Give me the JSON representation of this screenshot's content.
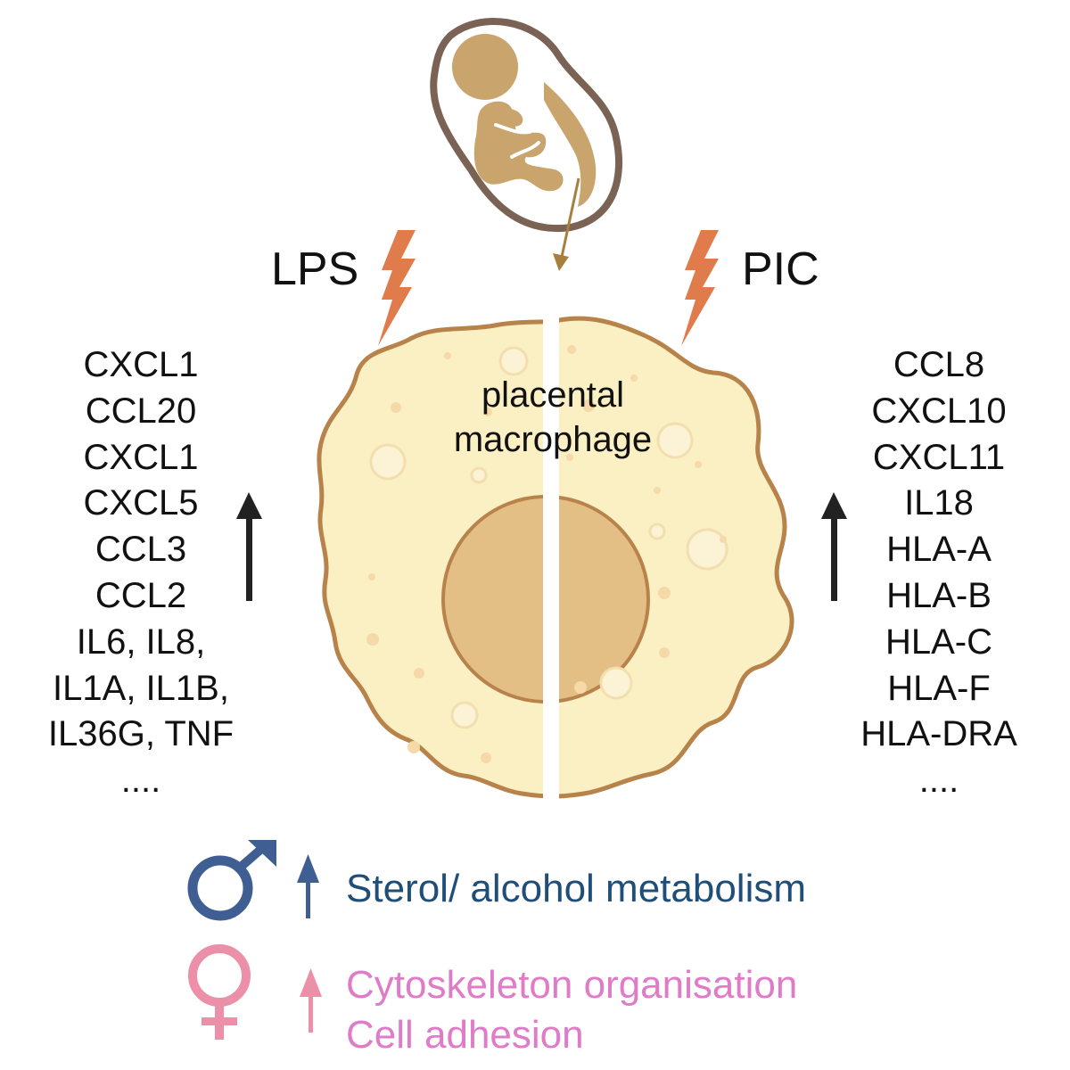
{
  "title": "Placental macrophage response to LPS and PIC stimulation",
  "colors": {
    "membrane": "#b8834a",
    "cytoplasm": "#fbefc4",
    "nucleus": "#e3bf85",
    "fetus": "#c9a46c",
    "amnion": "#7a6354",
    "bolt": "#e07b4c",
    "arrow": "#222222",
    "male": "#3f5f93",
    "male_text": "#1f4e79",
    "female": "#ec8fa8",
    "female_text": "#e07bc8"
  },
  "stimuli": {
    "left": {
      "label": "LPS",
      "icon": "lightning-bolt-icon"
    },
    "right": {
      "label": "PIC",
      "icon": "lightning-bolt-icon"
    }
  },
  "cell": {
    "label_line1": "placental",
    "label_line2": "macrophage"
  },
  "lps_genes": {
    "direction": "up",
    "items": [
      "CXCL1",
      "CCL20",
      "CXCL1",
      "CXCL5",
      "CCL3",
      "CCL2",
      "IL6, IL8,",
      "IL1A, IL1B,",
      "IL36G, TNF",
      "...."
    ]
  },
  "pic_genes": {
    "direction": "up",
    "items": [
      "CCL8",
      "CXCL10",
      "CXCL11",
      "IL18",
      "HLA-A",
      "HLA-B",
      "HLA-C",
      "HLA-F",
      "HLA-DRA",
      "...."
    ]
  },
  "sex_differences": {
    "male": {
      "symbol": "male-symbol-icon",
      "direction": "up",
      "lines": [
        "Sterol/ alcohol metabolism"
      ]
    },
    "female": {
      "symbol": "female-symbol-icon",
      "direction": "up",
      "lines": [
        "Cytoskeleton organisation",
        "Cell adhesion"
      ]
    }
  }
}
